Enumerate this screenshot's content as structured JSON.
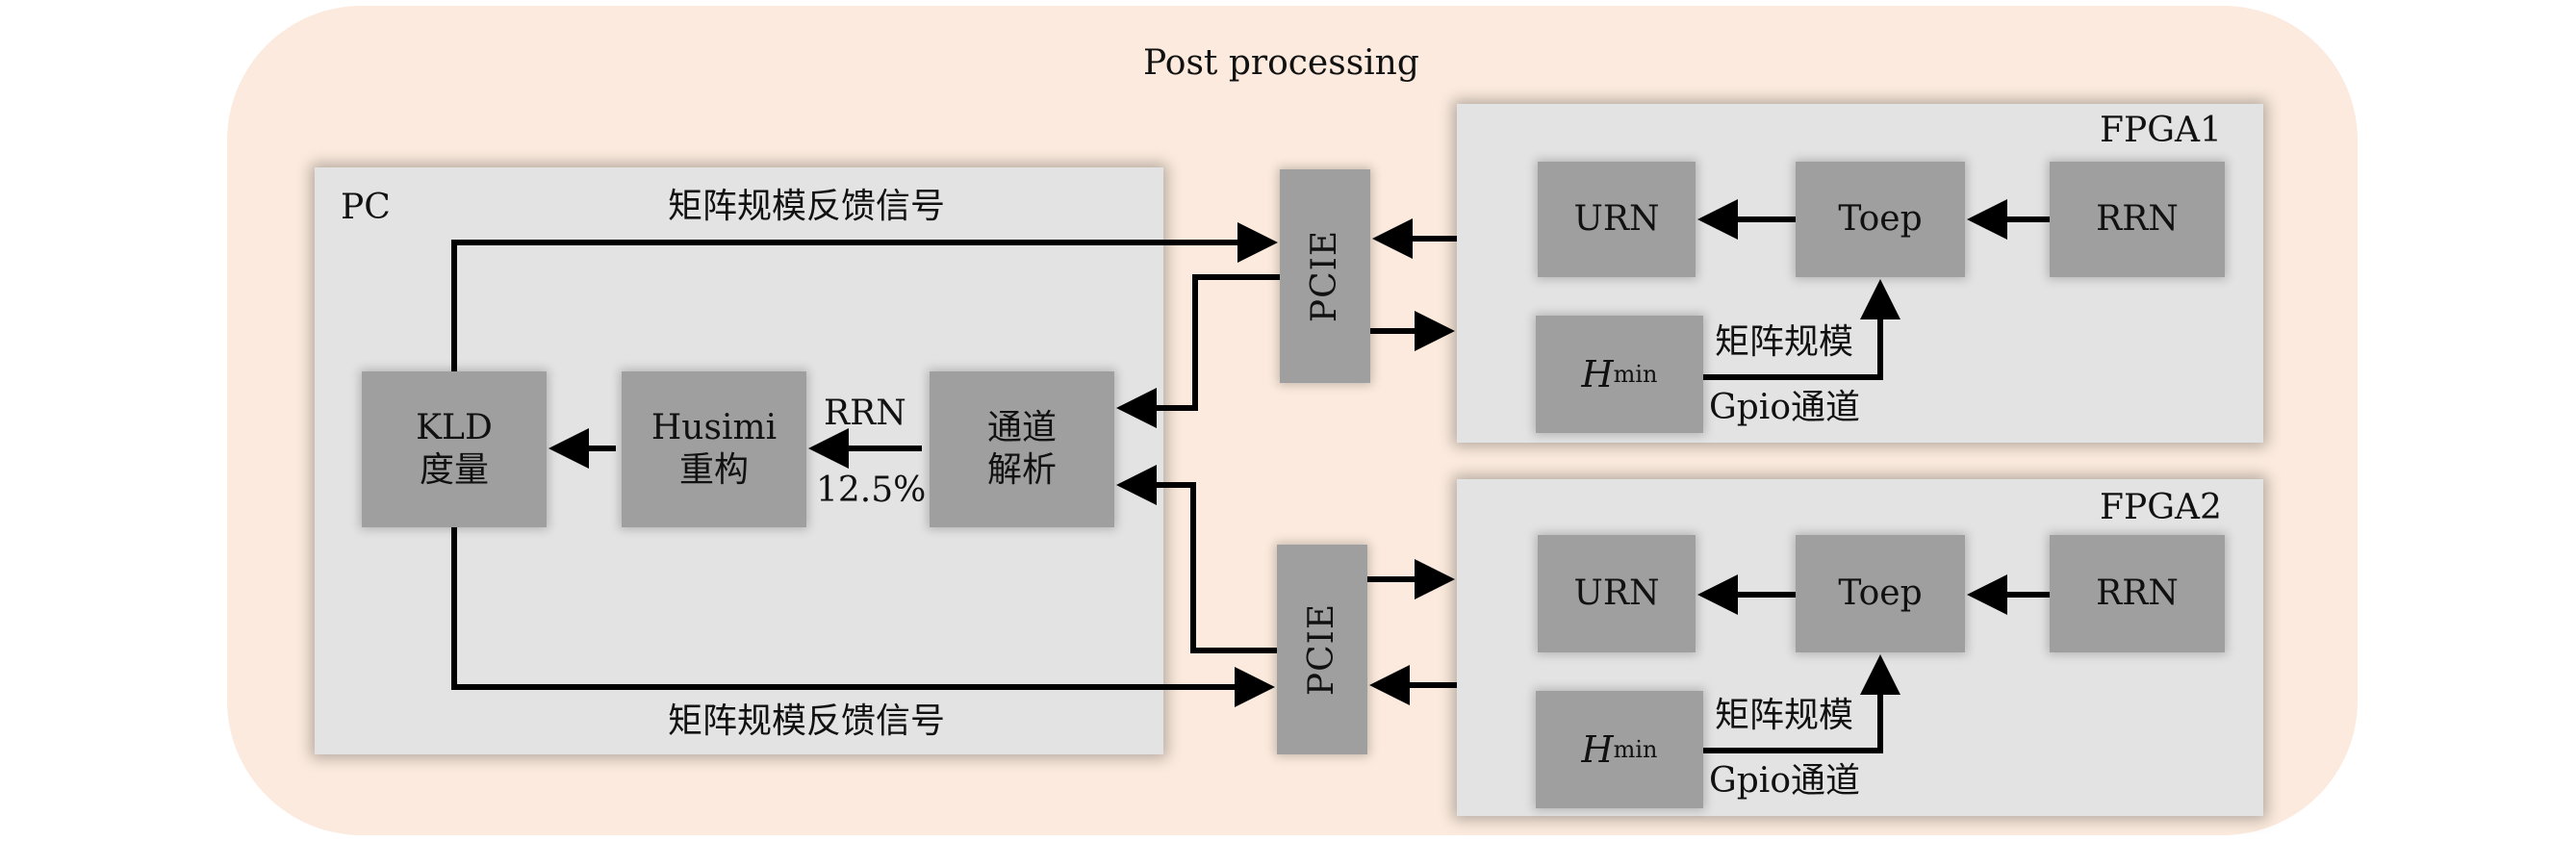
{
  "title": "Post processing",
  "pc": {
    "label": "PC",
    "feedback_top": "矩阵规模反馈信号",
    "feedback_bottom": "矩阵规模反馈信号",
    "kld": [
      "KLD",
      "度量"
    ],
    "husimi": [
      "Husimi",
      "重构"
    ],
    "channel": [
      "通道",
      "解析"
    ],
    "rrn_label": "RRN",
    "rate_label": "12.5%"
  },
  "pcie_top": "PCIE",
  "pcie_bottom": "PCIE",
  "fpga1": {
    "label": "FPGA1",
    "urn": "URN",
    "toep": "Toep",
    "rrn": "RRN",
    "hmin": "H",
    "hmin_sub": "min",
    "matrix_label": "矩阵规模",
    "gpio_label": "Gpio通道"
  },
  "fpga2": {
    "label": "FPGA2",
    "urn": "URN",
    "toep": "Toep",
    "rrn": "RRN",
    "hmin": "H",
    "hmin_sub": "min",
    "matrix_label": "矩阵规模",
    "gpio_label": "Gpio通道"
  },
  "colors": {
    "outer_bg": "#fbeadd",
    "panel_bg": "#e3e3e3",
    "node_bg": "#9f9f9f",
    "line": "#000000"
  }
}
